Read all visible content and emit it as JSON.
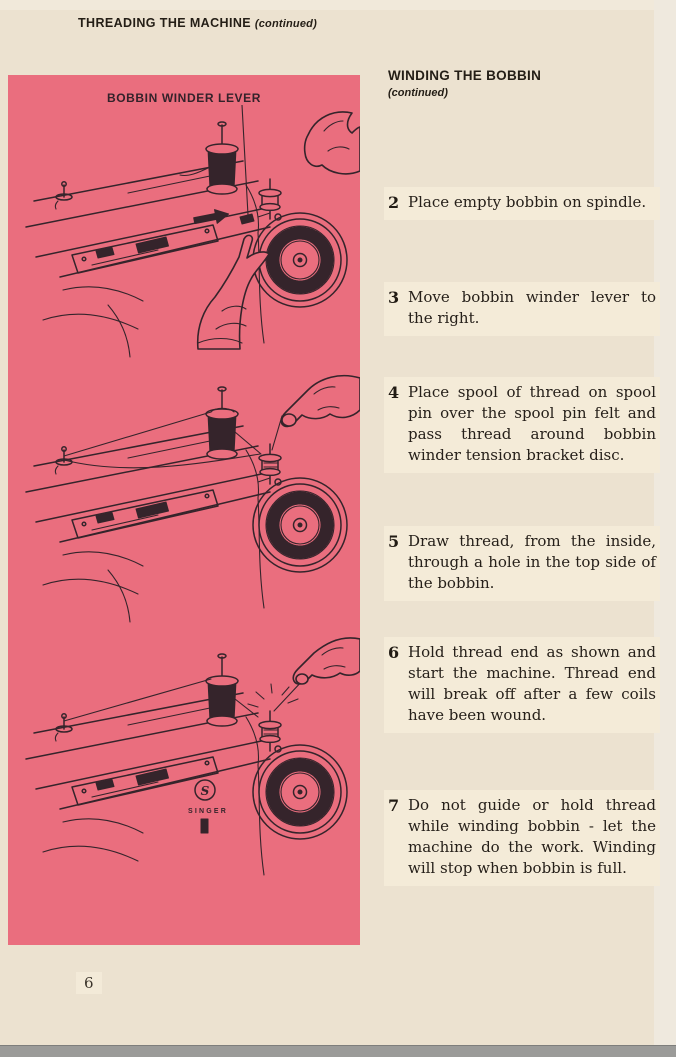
{
  "page": {
    "header": "THREADING THE MACHINE",
    "header_suffix": "(continued)",
    "page_number": "6"
  },
  "figure": {
    "label": "BOBBIN WINDER LEVER",
    "brand": "SINGER",
    "brand_initial": "S"
  },
  "section": {
    "title": "WINDING THE BOBBIN",
    "subtitle": "(continued)",
    "steps": [
      {
        "num": "2",
        "text": "Place empty bobbin on spindle."
      },
      {
        "num": "3",
        "text": "Move bobbin winder lever to the right."
      },
      {
        "num": "4",
        "text": "Place spool of thread on spool pin over the spool pin felt and pass thread around bobbin winder tension bracket disc."
      },
      {
        "num": "5",
        "text": "Draw thread, from the inside, through a hole in the top side of the bobbin."
      },
      {
        "num": "6",
        "text": "Hold thread end as shown and start the machine. Thread end will break off after a few coils have been wound."
      },
      {
        "num": "7",
        "text": "Do not guide or hold thread while winding bobbin - let the machine do the work. Winding will stop when bobbin is full."
      }
    ]
  },
  "colors": {
    "page_background": "#ece2d0",
    "panel_pink": "#ea6e7e",
    "ink": "#35242b",
    "bottom_bar": "#9b9b99"
  }
}
